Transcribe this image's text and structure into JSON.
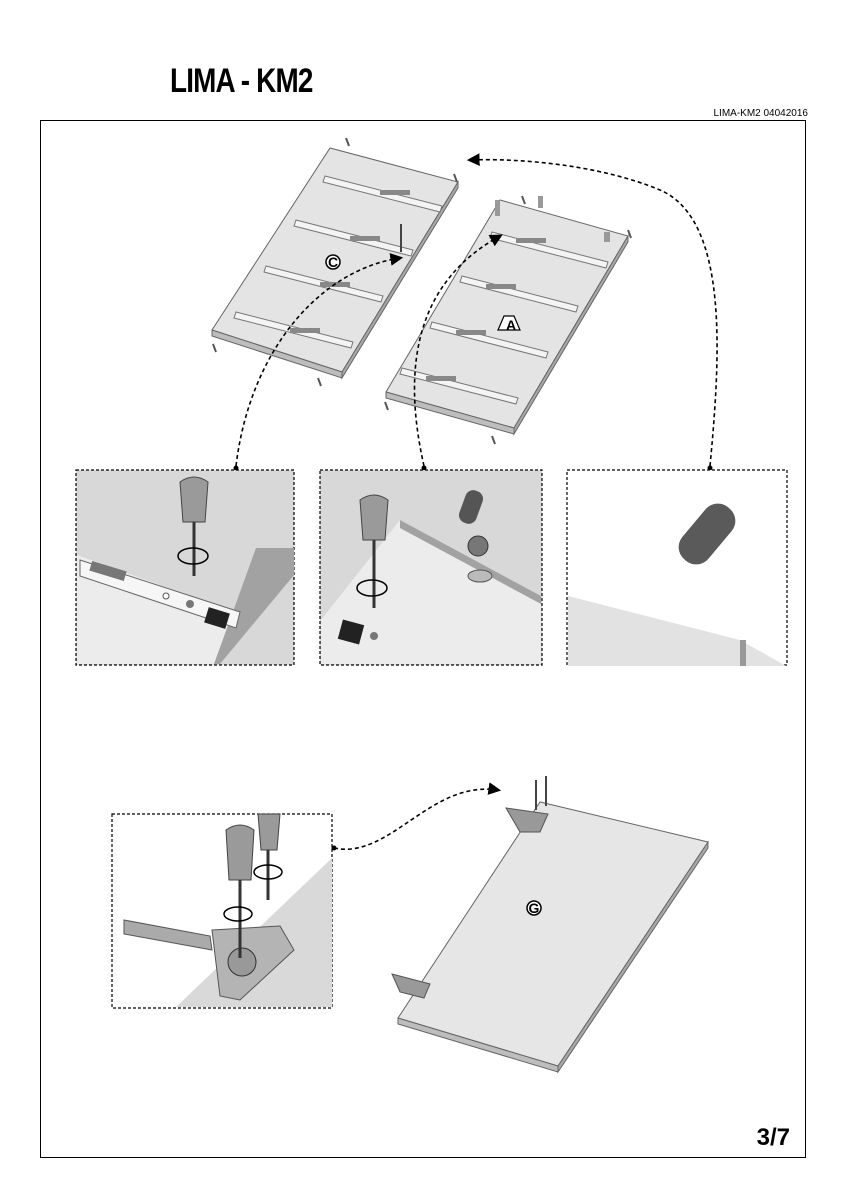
{
  "header": {
    "title": "LIMA - KM2",
    "doc_id": "LIMA-KM2 04042016"
  },
  "footer": {
    "page": "3/7"
  },
  "parts": {
    "c": "C",
    "a": "A",
    "g": "G"
  }
}
